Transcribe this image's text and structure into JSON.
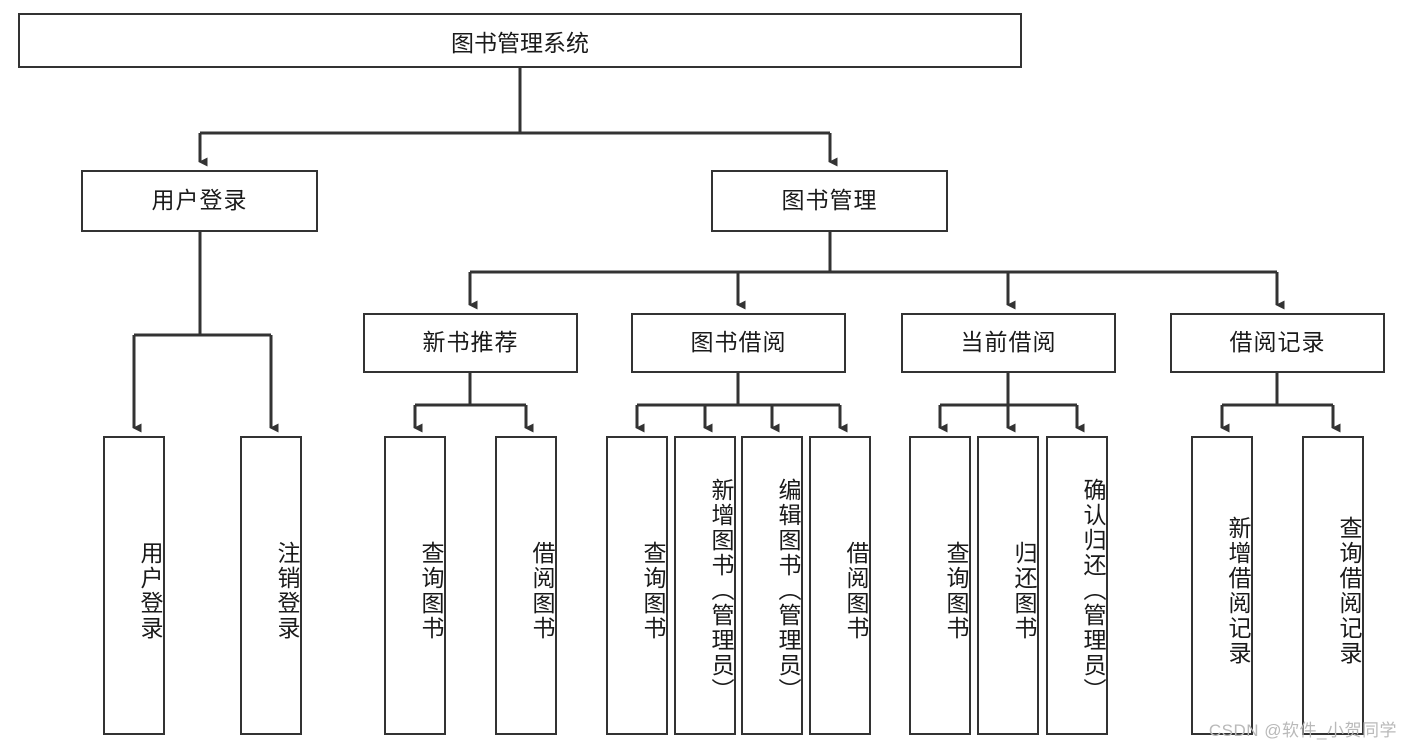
{
  "diagram": {
    "title": "图书管理系统",
    "type": "hierarchy-tree",
    "root": {
      "label": "图书管理系统"
    },
    "level2": [
      {
        "label": "用户登录"
      },
      {
        "label": "图书管理"
      }
    ],
    "level3": [
      {
        "label": "新书推荐"
      },
      {
        "label": "图书借阅"
      },
      {
        "label": "当前借阅"
      },
      {
        "label": "借阅记录"
      }
    ],
    "leaves": {
      "user_login": [
        {
          "label": "用户登录"
        },
        {
          "label": "注销登录"
        }
      ],
      "new_book_recommend": [
        {
          "label": "查询图书"
        },
        {
          "label": "借阅图书"
        }
      ],
      "book_borrow": [
        {
          "label": "查询图书"
        },
        {
          "label": "新增图书（管理员）"
        },
        {
          "label": "编辑图书（管理员）"
        },
        {
          "label": "借阅图书"
        }
      ],
      "current_borrow": [
        {
          "label": "查询图书"
        },
        {
          "label": "归还图书"
        },
        {
          "label": "确认归还（管理员）"
        }
      ],
      "borrow_record": [
        {
          "label": "新增借阅记录"
        },
        {
          "label": "查询借阅记录"
        }
      ]
    }
  },
  "watermark": {
    "text": "CSDN @软件_小贺同学"
  },
  "colors": {
    "border": "#333333",
    "background": "#ffffff",
    "text": "#1a1a1a",
    "watermark": "#b9b9b9"
  }
}
